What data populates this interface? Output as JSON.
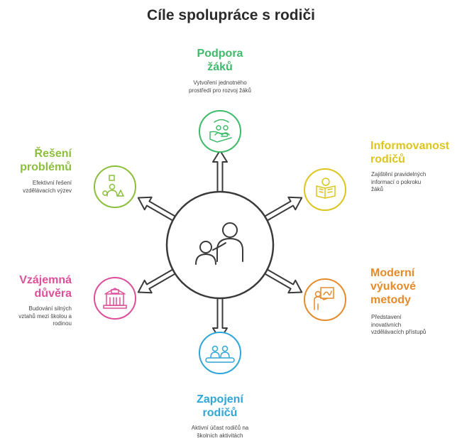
{
  "title": "Cíle spolupráce s rodiči",
  "colors": {
    "green": "#3fba6a",
    "yellow": "#dcc51d",
    "orange": "#e58b2c",
    "blue": "#2fa6d8",
    "pink": "#de4f9a",
    "lime": "#8bbf3c",
    "center": "#3a3a3a"
  },
  "center": {
    "icon": "parent-child-icon"
  },
  "nodes": [
    {
      "id": "podpora",
      "heading_lines": [
        "Podpora",
        "žáků"
      ],
      "description_lines": [
        "Vytvoření jednotného",
        "prostředí pro rozvoj žáků"
      ],
      "icon": "hand-holding-people-icon",
      "color": "#3fba6a"
    },
    {
      "id": "informovanost",
      "heading_lines": [
        "Informovanost",
        "rodičů"
      ],
      "description_lines": [
        "Zajištění pravidelných",
        "informací o pokroku",
        "žáků"
      ],
      "icon": "person-reading-icon",
      "color": "#dcc51d"
    },
    {
      "id": "metody",
      "heading_lines": [
        "Moderní",
        "výukové",
        "metody"
      ],
      "description_lines": [
        "Představení",
        "inovativních",
        "vzdělávacích přístupů"
      ],
      "icon": "teacher-board-icon",
      "color": "#e58b2c"
    },
    {
      "id": "zapojeni",
      "heading_lines": [
        "Zapojení",
        "rodičů"
      ],
      "description_lines": [
        "Aktivní účast rodičů na",
        "školních aktivitách"
      ],
      "icon": "people-at-table-icon",
      "color": "#2fa6d8"
    },
    {
      "id": "duvera",
      "heading_lines": [
        "Vzájemná",
        "důvěra"
      ],
      "description_lines": [
        "Budování silných",
        "vztahů mezi školou a",
        "rodinou"
      ],
      "icon": "school-building-icon",
      "color": "#de4f9a"
    },
    {
      "id": "reseni",
      "heading_lines": [
        "Řešení",
        "problémů"
      ],
      "description_lines": [
        "Efektivní řešení",
        "vzdělávacích výzev"
      ],
      "icon": "shapes-person-icon",
      "color": "#8bbf3c"
    }
  ]
}
